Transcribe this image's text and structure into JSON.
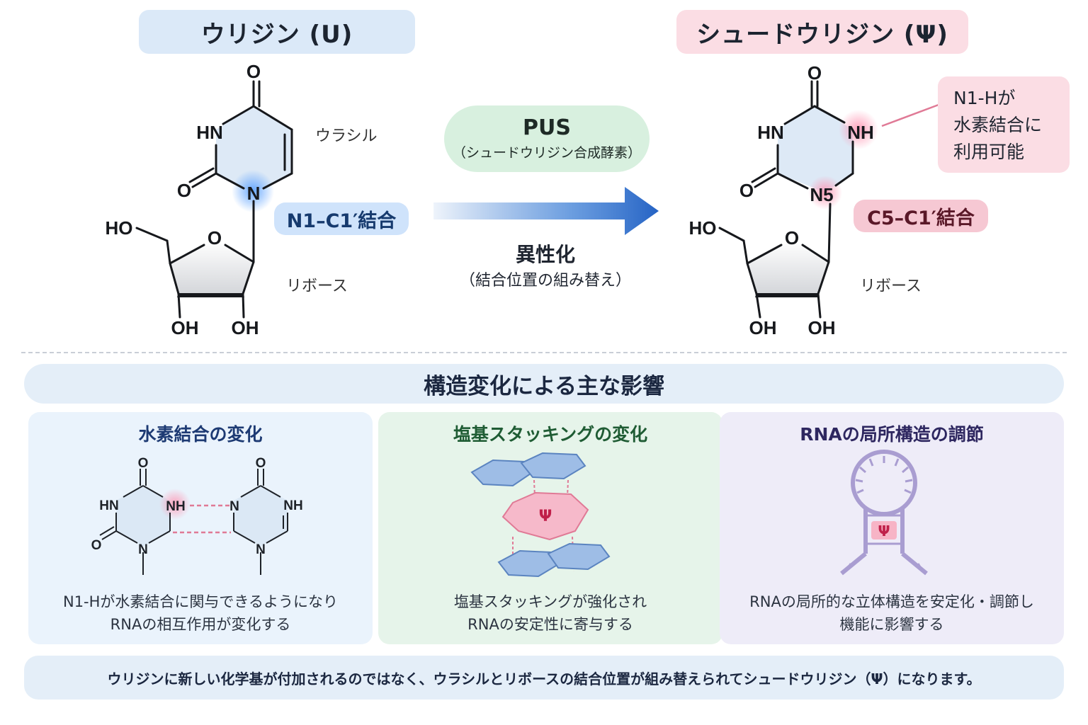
{
  "header": {
    "left_title": "ウリジン (U)",
    "right_title": "シュードウリジン (Ψ)"
  },
  "uridine": {
    "atom_O_top": "O",
    "atom_HN": "HN",
    "atom_O_left": "O",
    "atom_N": "N",
    "atom_HO": "HO",
    "atom_O_ring": "O",
    "atom_OH_left": "OH",
    "atom_OH_right": "OH",
    "uracil_label": "ウラシル",
    "ribose_label": "リボース",
    "bond_badge": "N1–C1′結合"
  },
  "pseudouridine": {
    "atom_O_top": "O",
    "atom_HN": "HN",
    "atom_NH": "NH",
    "atom_O_left": "O",
    "atom_N5": "N5",
    "atom_HO": "HO",
    "atom_O_ring": "O",
    "atom_OH_left": "OH",
    "atom_OH_right": "OH",
    "ribose_label": "リボース",
    "bond_badge": "C5–C1′結合",
    "callout_lines": [
      "N1-Hが",
      "水素結合に",
      "利用可能"
    ]
  },
  "reaction": {
    "enzyme_name": "PUS",
    "enzyme_full": "（シュードウリジン合成酵素）",
    "process": "異性化",
    "process_note": "（結合位置の組み替え）"
  },
  "effects": {
    "heading": "構造変化による主な影響",
    "panels": [
      {
        "title": "水素結合の変化",
        "desc_lines": [
          "N1-Hが水素結合に関与できるようになり",
          "RNAの相互作用が変化する"
        ],
        "atoms": {
          "o1": "O",
          "hn1": "HN",
          "nh1": "NH",
          "o2": "O",
          "n1": "N",
          "o3": "O",
          "n2": "N",
          "nh2": "NH",
          "n3": "N"
        }
      },
      {
        "title": "塩基スタッキングの変化",
        "desc_lines": [
          "塩基スタッキングが強化され",
          "RNAの安定性に寄与する"
        ],
        "psi": "Ψ"
      },
      {
        "title": "RNAの局所構造の調節",
        "desc_lines": [
          "RNAの局所的な立体構造を安定化・調節し",
          "機能に影響する"
        ],
        "psi": "Ψ"
      }
    ]
  },
  "footer": {
    "note": "ウリジンに新しい化学基が付加されるのではなく、ウラシルとリボースの結合位置が組み替えられてシュードウリジン（Ψ）になります。"
  },
  "colors": {
    "uridine_pill": "#dbe9f8",
    "psi_pill": "#fbdde4",
    "blue_badge": "#cfe3fb",
    "pink_badge": "#f6c8d3",
    "arrow": "#2f73cf",
    "panel1": "#eaf3fc",
    "panel2": "#e6f4ea",
    "panel3": "#eeecf8"
  }
}
